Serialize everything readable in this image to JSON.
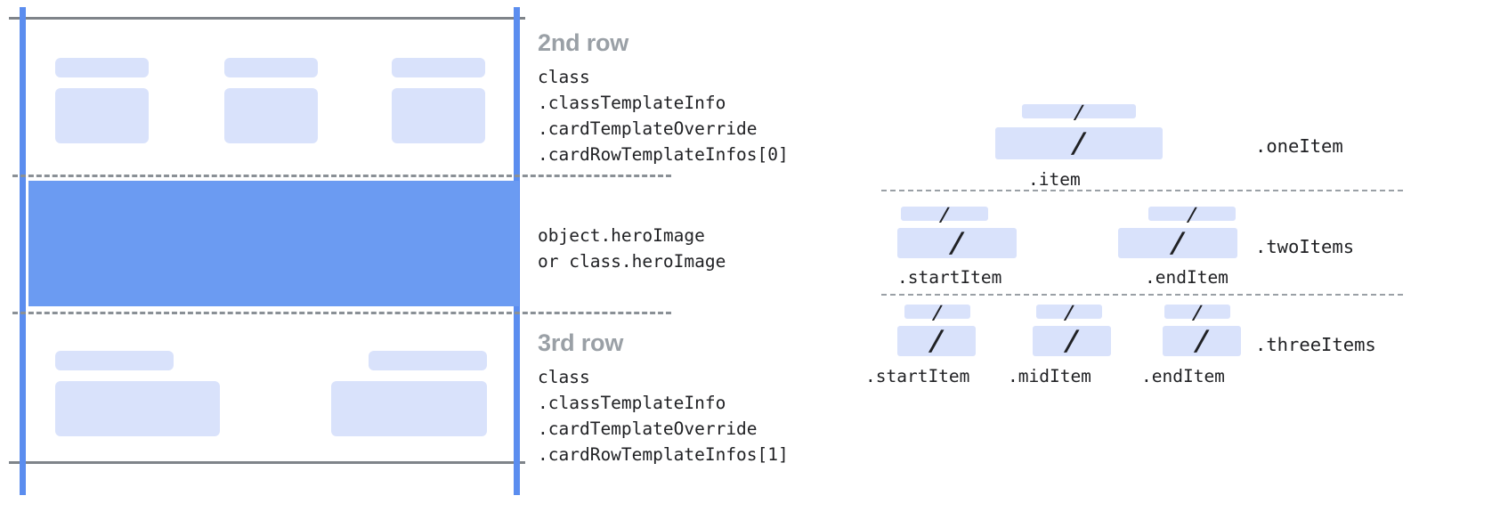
{
  "colors": {
    "rail": "#5b8def",
    "hero": "#6b9bf2",
    "placeholder": "#d9e2fb",
    "rule": "#7f848a",
    "dash": "#8a9096",
    "heading": "#9aa0a6",
    "text": "#202124"
  },
  "card": {
    "rows": [
      {
        "id": "second-row",
        "heading": "2nd row",
        "code": "class\n.classTemplateInfo\n.cardTemplateOverride\n.cardRowTemplateInfos[0]",
        "columns": 3
      },
      {
        "id": "hero-row",
        "heading": "",
        "code": "object.heroImage\nor class.heroImage",
        "columns": 0
      },
      {
        "id": "third-row",
        "heading": "3rd row",
        "code": "class\n.classTemplateInfo\n.cardTemplateOverride\n.cardRowTemplateInfos[1]",
        "columns": 2
      }
    ]
  },
  "item_layouts": [
    {
      "id": "one-item",
      "right_label": ".oneItem",
      "slots": [
        {
          "label": ".item",
          "glyph": "/"
        }
      ]
    },
    {
      "id": "two-items",
      "right_label": ".twoItems",
      "slots": [
        {
          "label": ".startItem",
          "glyph": "/"
        },
        {
          "label": ".endItem",
          "glyph": "/"
        }
      ]
    },
    {
      "id": "three-items",
      "right_label": ".threeItems",
      "slots": [
        {
          "label": ".startItem",
          "glyph": "/"
        },
        {
          "label": ".midItem",
          "glyph": "/"
        },
        {
          "label": ".endItem",
          "glyph": "/"
        }
      ]
    }
  ]
}
